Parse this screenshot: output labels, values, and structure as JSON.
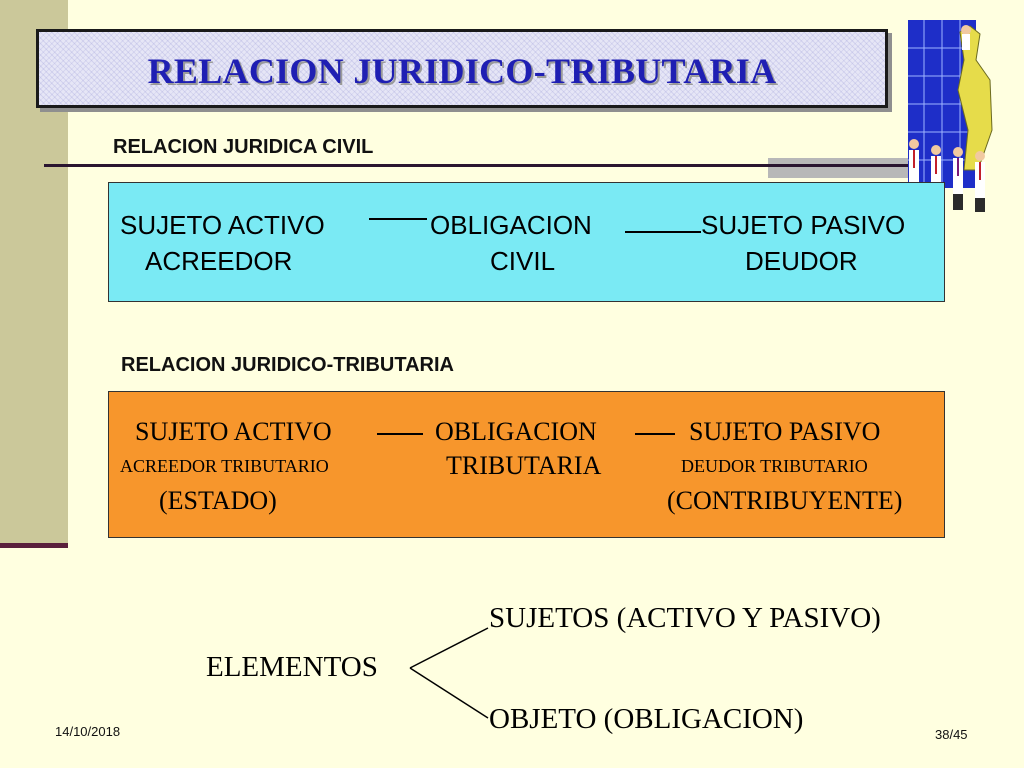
{
  "slide": {
    "title": "RELACION JURIDICO-TRIBUTARIA",
    "civil_section": {
      "label": "RELACION JURIDICA CIVIL",
      "sujeto_activo": "SUJETO ACTIVO",
      "acreedor": "ACREEDOR",
      "obligacion": "OBLIGACION",
      "civil": "CIVIL",
      "sujeto_pasivo": "SUJETO PASIVO",
      "deudor": "DEUDOR"
    },
    "tributaria_section": {
      "label": "RELACION JURIDICO-TRIBUTARIA",
      "sujeto_activo": "SUJETO ACTIVO",
      "acreedor": "ACREEDOR TRIBUTARIO",
      "estado": "(ESTADO)",
      "obligacion": "OBLIGACION",
      "tributaria": "TRIBUTARIA",
      "sujeto_pasivo": "SUJETO PASIVO",
      "deudor": "DEUDOR TRIBUTARIO",
      "contribuyente": "(CONTRIBUYENTE)"
    },
    "elements": {
      "root": "ELEMENTOS",
      "branch_top": "SUJETOS (ACTIVO Y PASIVO)",
      "branch_bottom": "OBJETO (OBLIGACION)"
    },
    "footer": {
      "date": "14/10/2018",
      "page": "38/45"
    },
    "colors": {
      "title": "#1f1fb3",
      "civil_box": "#7aeaf4",
      "tributaria_box": "#f7962c",
      "background": "#ffffe0",
      "left_bar": "#cbc89a"
    },
    "decor": {
      "illustration": "business-people-building-icon"
    }
  }
}
